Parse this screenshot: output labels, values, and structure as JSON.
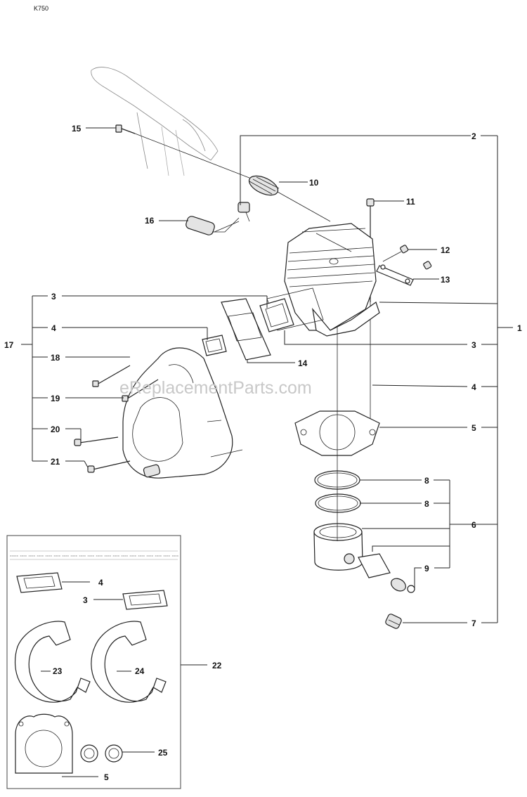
{
  "model": "K750",
  "watermark": "eReplacementParts.com",
  "callouts": {
    "c1": "1",
    "c2": "2",
    "c3a": "3",
    "c3b": "3",
    "c3k": "3",
    "c4a": "4",
    "c4b": "4",
    "c4k": "4",
    "c5": "5",
    "c5k": "5",
    "c6": "6",
    "c7": "7",
    "c8a": "8",
    "c8b": "8",
    "c9": "9",
    "c10": "10",
    "c11": "11",
    "c12": "12",
    "c13": "13",
    "c14": "14",
    "c15": "15",
    "c16": "16",
    "c17": "17",
    "c18": "18",
    "c19": "19",
    "c20": "20",
    "c21": "21",
    "c22": "22",
    "c23": "23",
    "c24": "24",
    "c25": "25"
  },
  "kit_strip": "xxxxx xxxx xxxx xxxx xxxx xxxx xxxx xxxx xxxx xxxx xxxx xxxx xxxx xxxx xxxx xxxx xxxx xxxx xxxx xxxx"
}
